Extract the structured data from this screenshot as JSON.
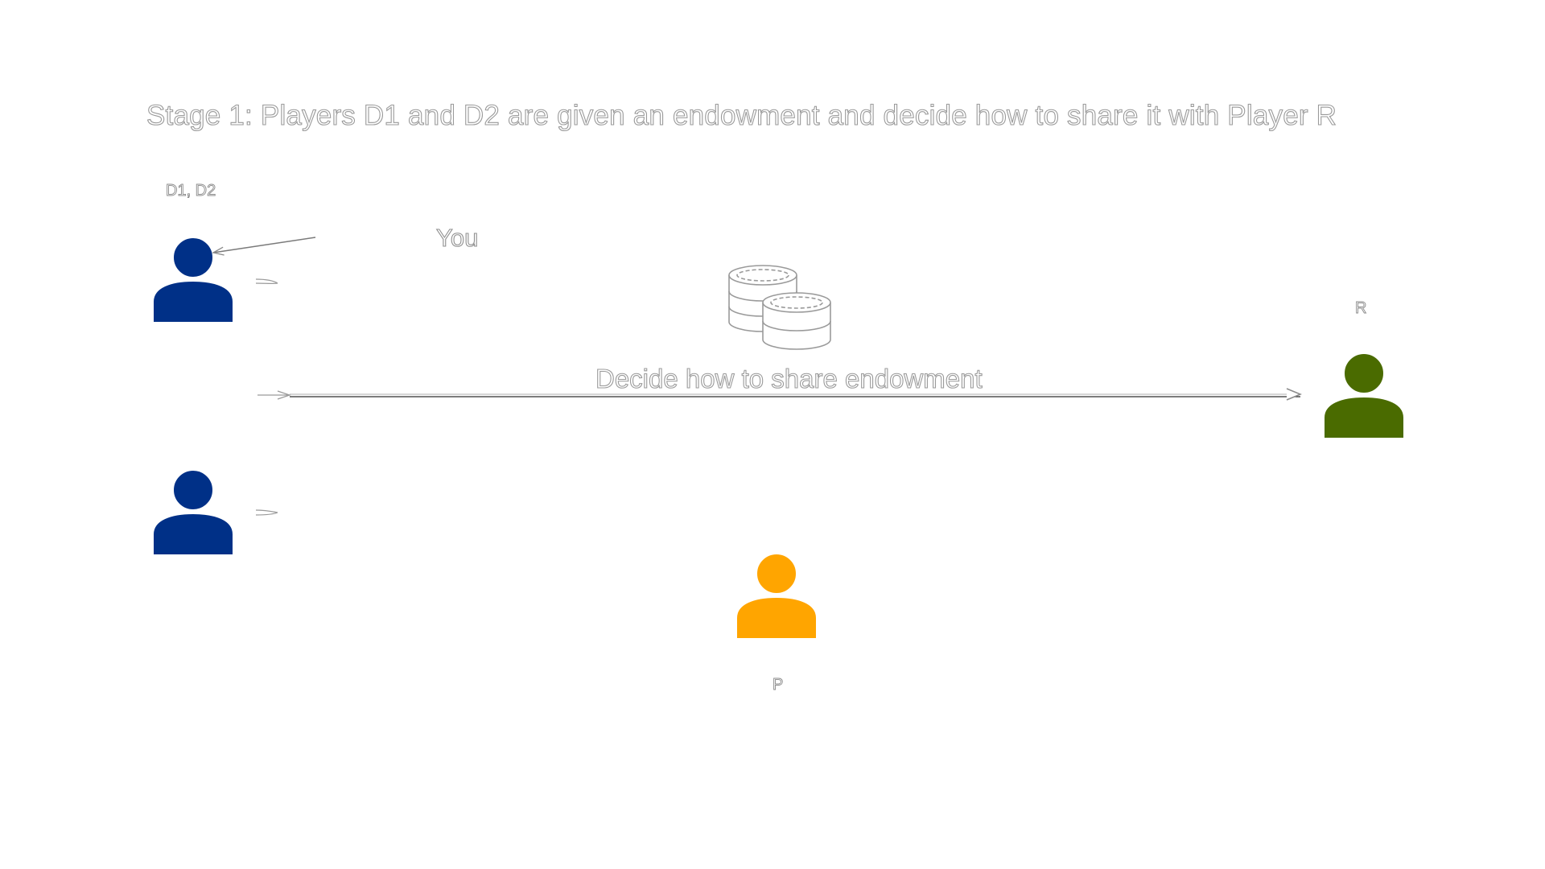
{
  "title": "Stage 1: Players D1 and D2 are given an endowment and decide how to share it with Player R",
  "labels": {
    "dictators": "D1, D2",
    "you": "You",
    "decide": "Decide how to share endowment",
    "recipient": "R",
    "punisher": "P"
  },
  "players": {
    "d1": {
      "color": "#003087"
    },
    "d2": {
      "color": "#003087"
    },
    "r": {
      "color": "#4a6b00"
    },
    "p": {
      "color": "#ffa500"
    }
  },
  "icons": {
    "coins": "coin-stack-icon",
    "person": "person-icon"
  }
}
